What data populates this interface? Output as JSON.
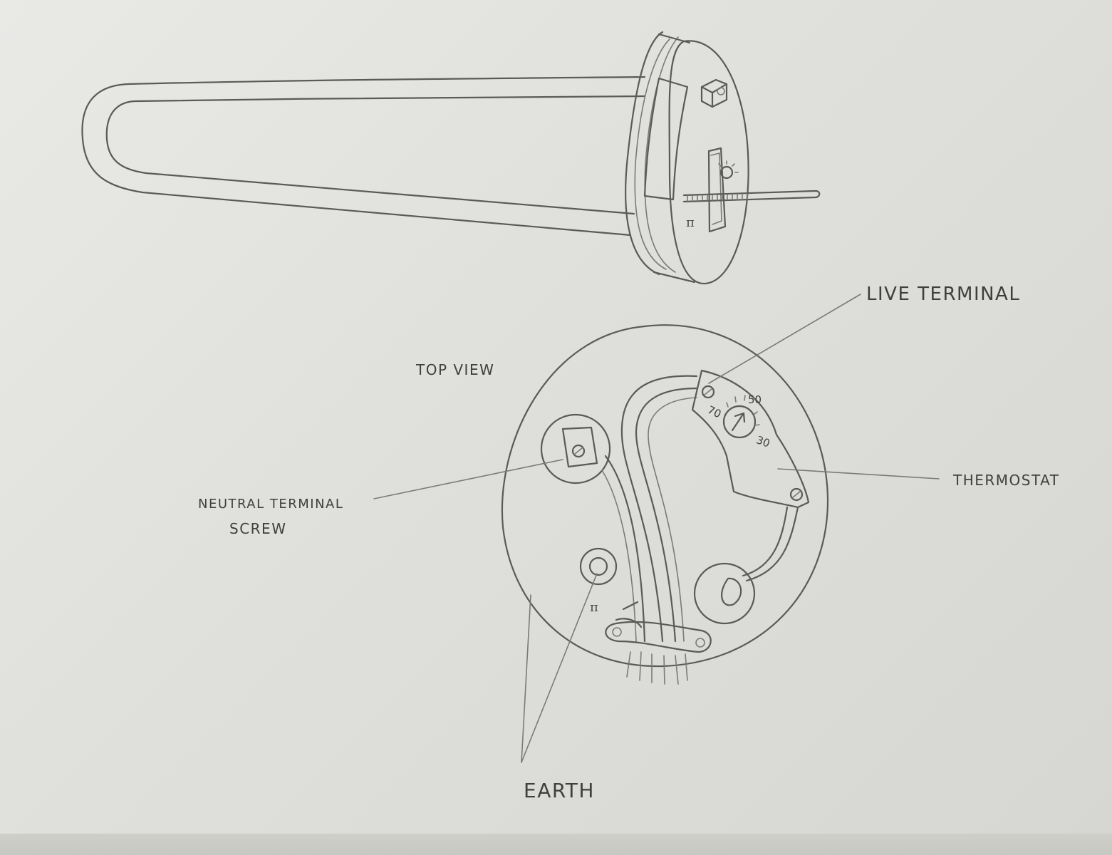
{
  "labels": {
    "live_terminal": "LIVE TERMINAL",
    "top_view": "TOP VIEW",
    "thermostat": "THERMOSTAT",
    "neutral_terminal_line1": "NEUTRAL TERMINAL",
    "neutral_terminal_line2": "SCREW",
    "earth": "EARTH"
  },
  "dial": {
    "mark_50": "50",
    "mark_70": "70",
    "mark_30": "30"
  },
  "earth_symbol": "π",
  "colors": {
    "paper": "#e4e4e0",
    "pencil": "#5a5a58"
  }
}
